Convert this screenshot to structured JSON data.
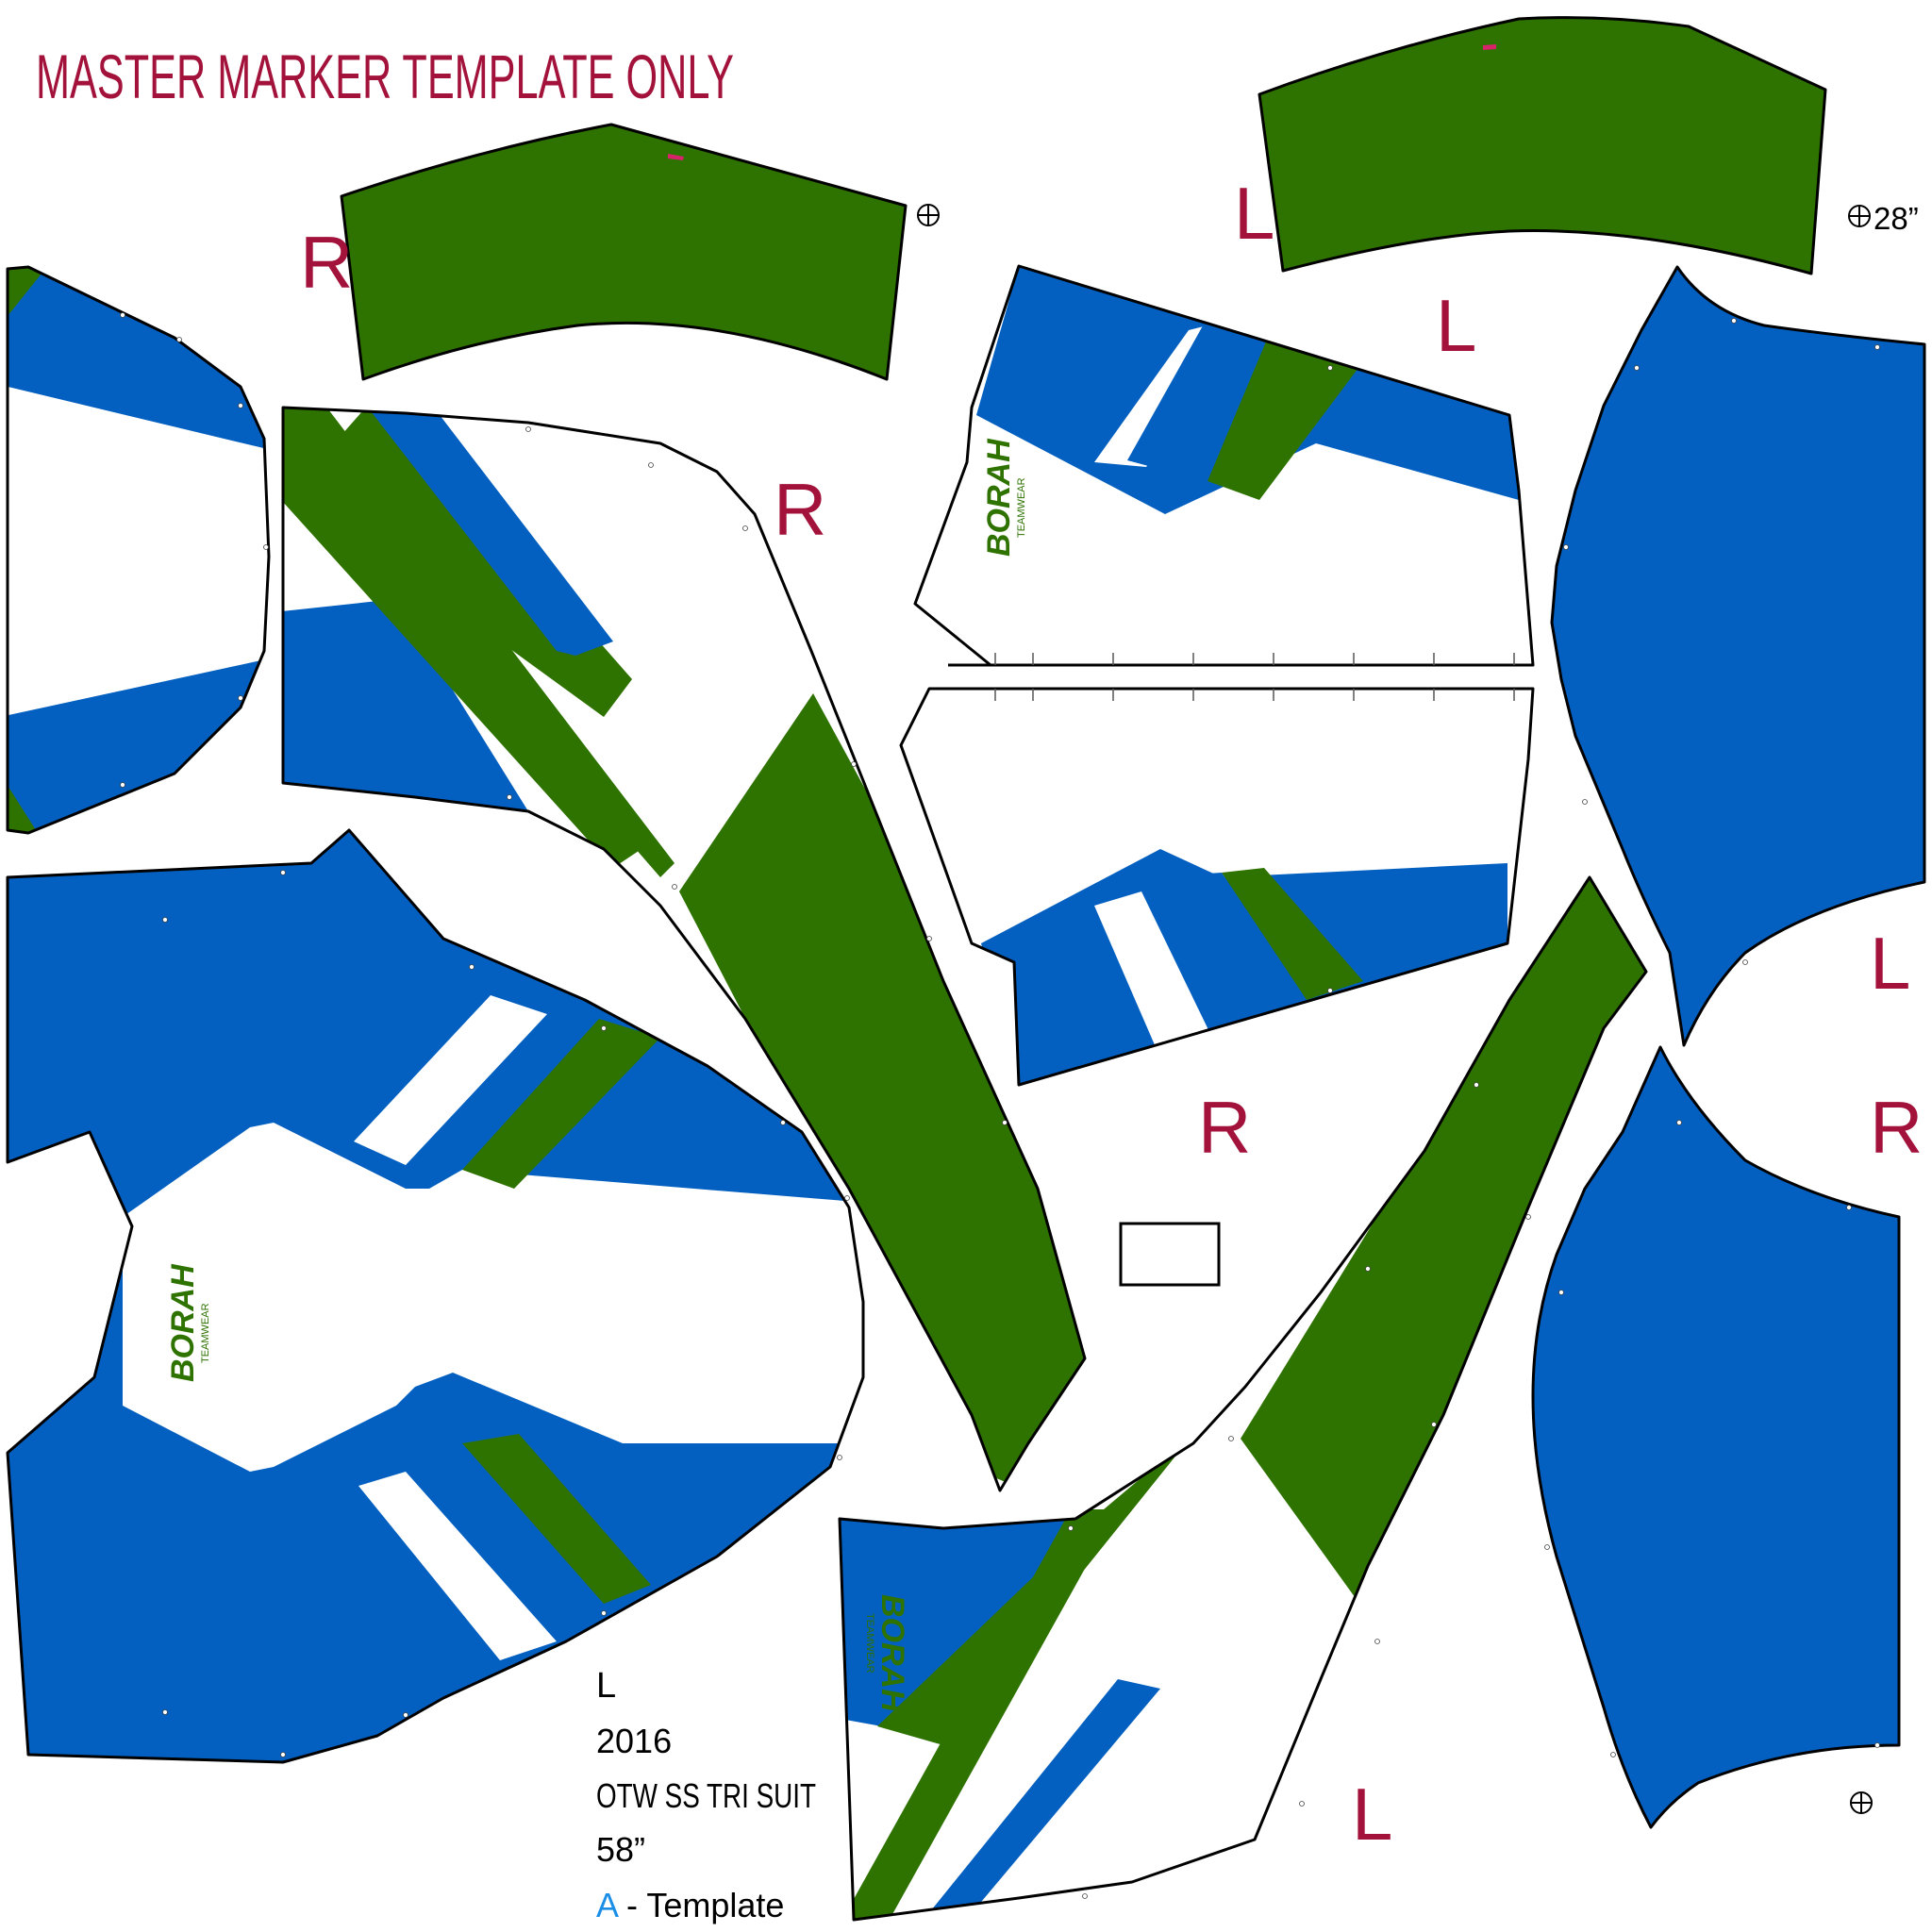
{
  "header": {
    "title": "MASTER MARKER TEMPLATE ONLY"
  },
  "colors": {
    "green": "#2e7200",
    "blue": "#0460c0",
    "white": "#ffffff",
    "label": "#a3123a",
    "accent": "#1b8ee6"
  },
  "piece_labels": {
    "waist_band_right": "R",
    "waist_band_left": "L",
    "front_right": "R",
    "side_left": "L",
    "side_right": "R",
    "sleeve_left": "L",
    "sleeve_right": "R",
    "front_left": "L"
  },
  "width_mark": "28”",
  "brand": {
    "name": "BORAH",
    "tagline": "TEAMWEAR"
  },
  "info": {
    "size": "L",
    "year": "2016",
    "product": "OTW SS TRI SUIT",
    "width": "58”",
    "template_letter": "A",
    "template_suffix": " - Template"
  },
  "icons": [
    "registration-target-icon"
  ]
}
